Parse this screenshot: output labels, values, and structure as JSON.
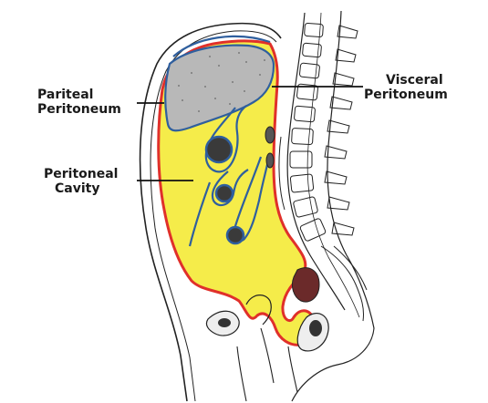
{
  "labels": {
    "parietal": {
      "line1": "Pariteal",
      "line2": "Peritoneum"
    },
    "visceral": {
      "line1": "Visceral",
      "line2": "Peritoneum"
    },
    "cavity": {
      "line1": "Peritoneal",
      "line2": "Cavity"
    }
  },
  "colors": {
    "cavity_fill": "#f5ec4a",
    "parietal_line": "#e0302a",
    "visceral_line": "#2f5f9e",
    "liver_fill": "#b8b8b8",
    "outline": "#222222"
  }
}
